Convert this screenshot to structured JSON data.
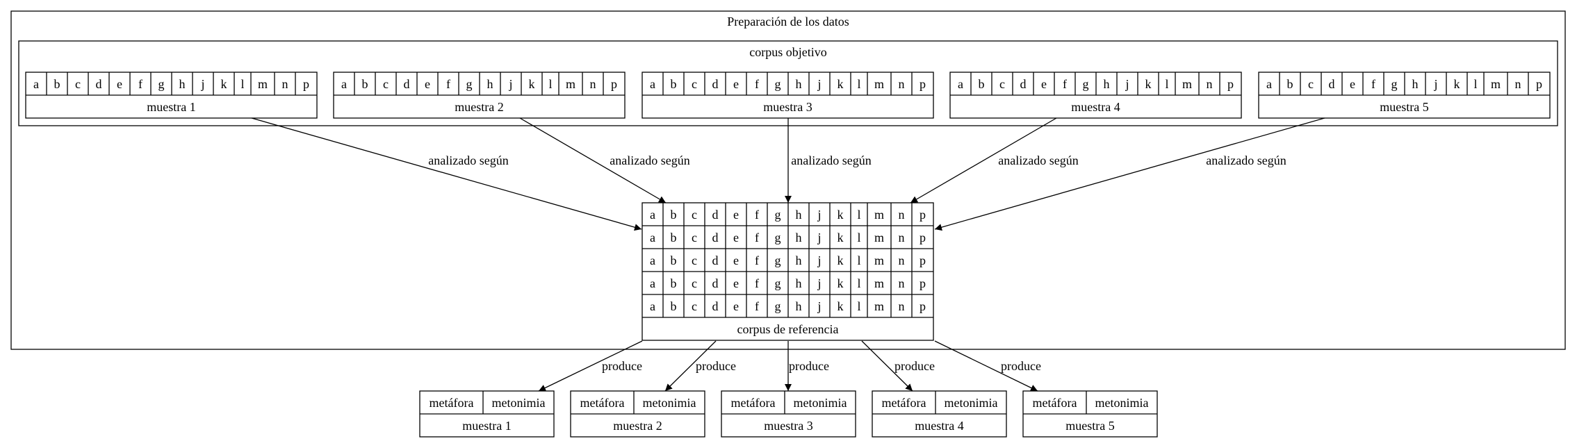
{
  "title": "Preparación de los datos",
  "target_corpus": {
    "label": "corpus objetivo",
    "letters": [
      "a",
      "b",
      "c",
      "d",
      "e",
      "f",
      "g",
      "h",
      "j",
      "k",
      "l",
      "m",
      "n",
      "p"
    ],
    "samples": [
      "muestra 1",
      "muestra 2",
      "muestra 3",
      "muestra 4",
      "muestra 5"
    ]
  },
  "reference_corpus": {
    "label": "corpus de referencia",
    "letters": [
      "a",
      "b",
      "c",
      "d",
      "e",
      "f",
      "g",
      "h",
      "j",
      "k",
      "l",
      "m",
      "n",
      "p"
    ],
    "row_count": 5
  },
  "edges": {
    "analyzed_label": "analizado según",
    "produce_label": "produce"
  },
  "outputs": {
    "left_cell": "metáfora",
    "right_cell": "metonimia",
    "samples": [
      "muestra 1",
      "muestra 2",
      "muestra 3",
      "muestra 4",
      "muestra 5"
    ]
  }
}
